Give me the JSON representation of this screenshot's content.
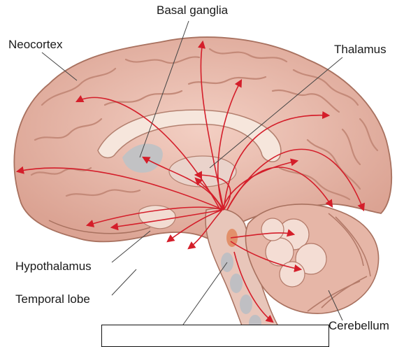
{
  "labels": {
    "basal_ganglia": "Basal ganglia",
    "neocortex": "Neocortex",
    "thalamus": "Thalamus",
    "hypothalamus": "Hypothalamus",
    "temporal_lobe": "Temporal lobe",
    "cerebellum": "Cerebellum"
  },
  "colors": {
    "cortex": "#e9b7a8",
    "cortex_dark": "#b98272",
    "pathway_arrows": "#d41e2a",
    "gray_structures": "#c2c2c4",
    "nucleus_highlight": "#e2906a",
    "leader_lines": "#444444"
  }
}
